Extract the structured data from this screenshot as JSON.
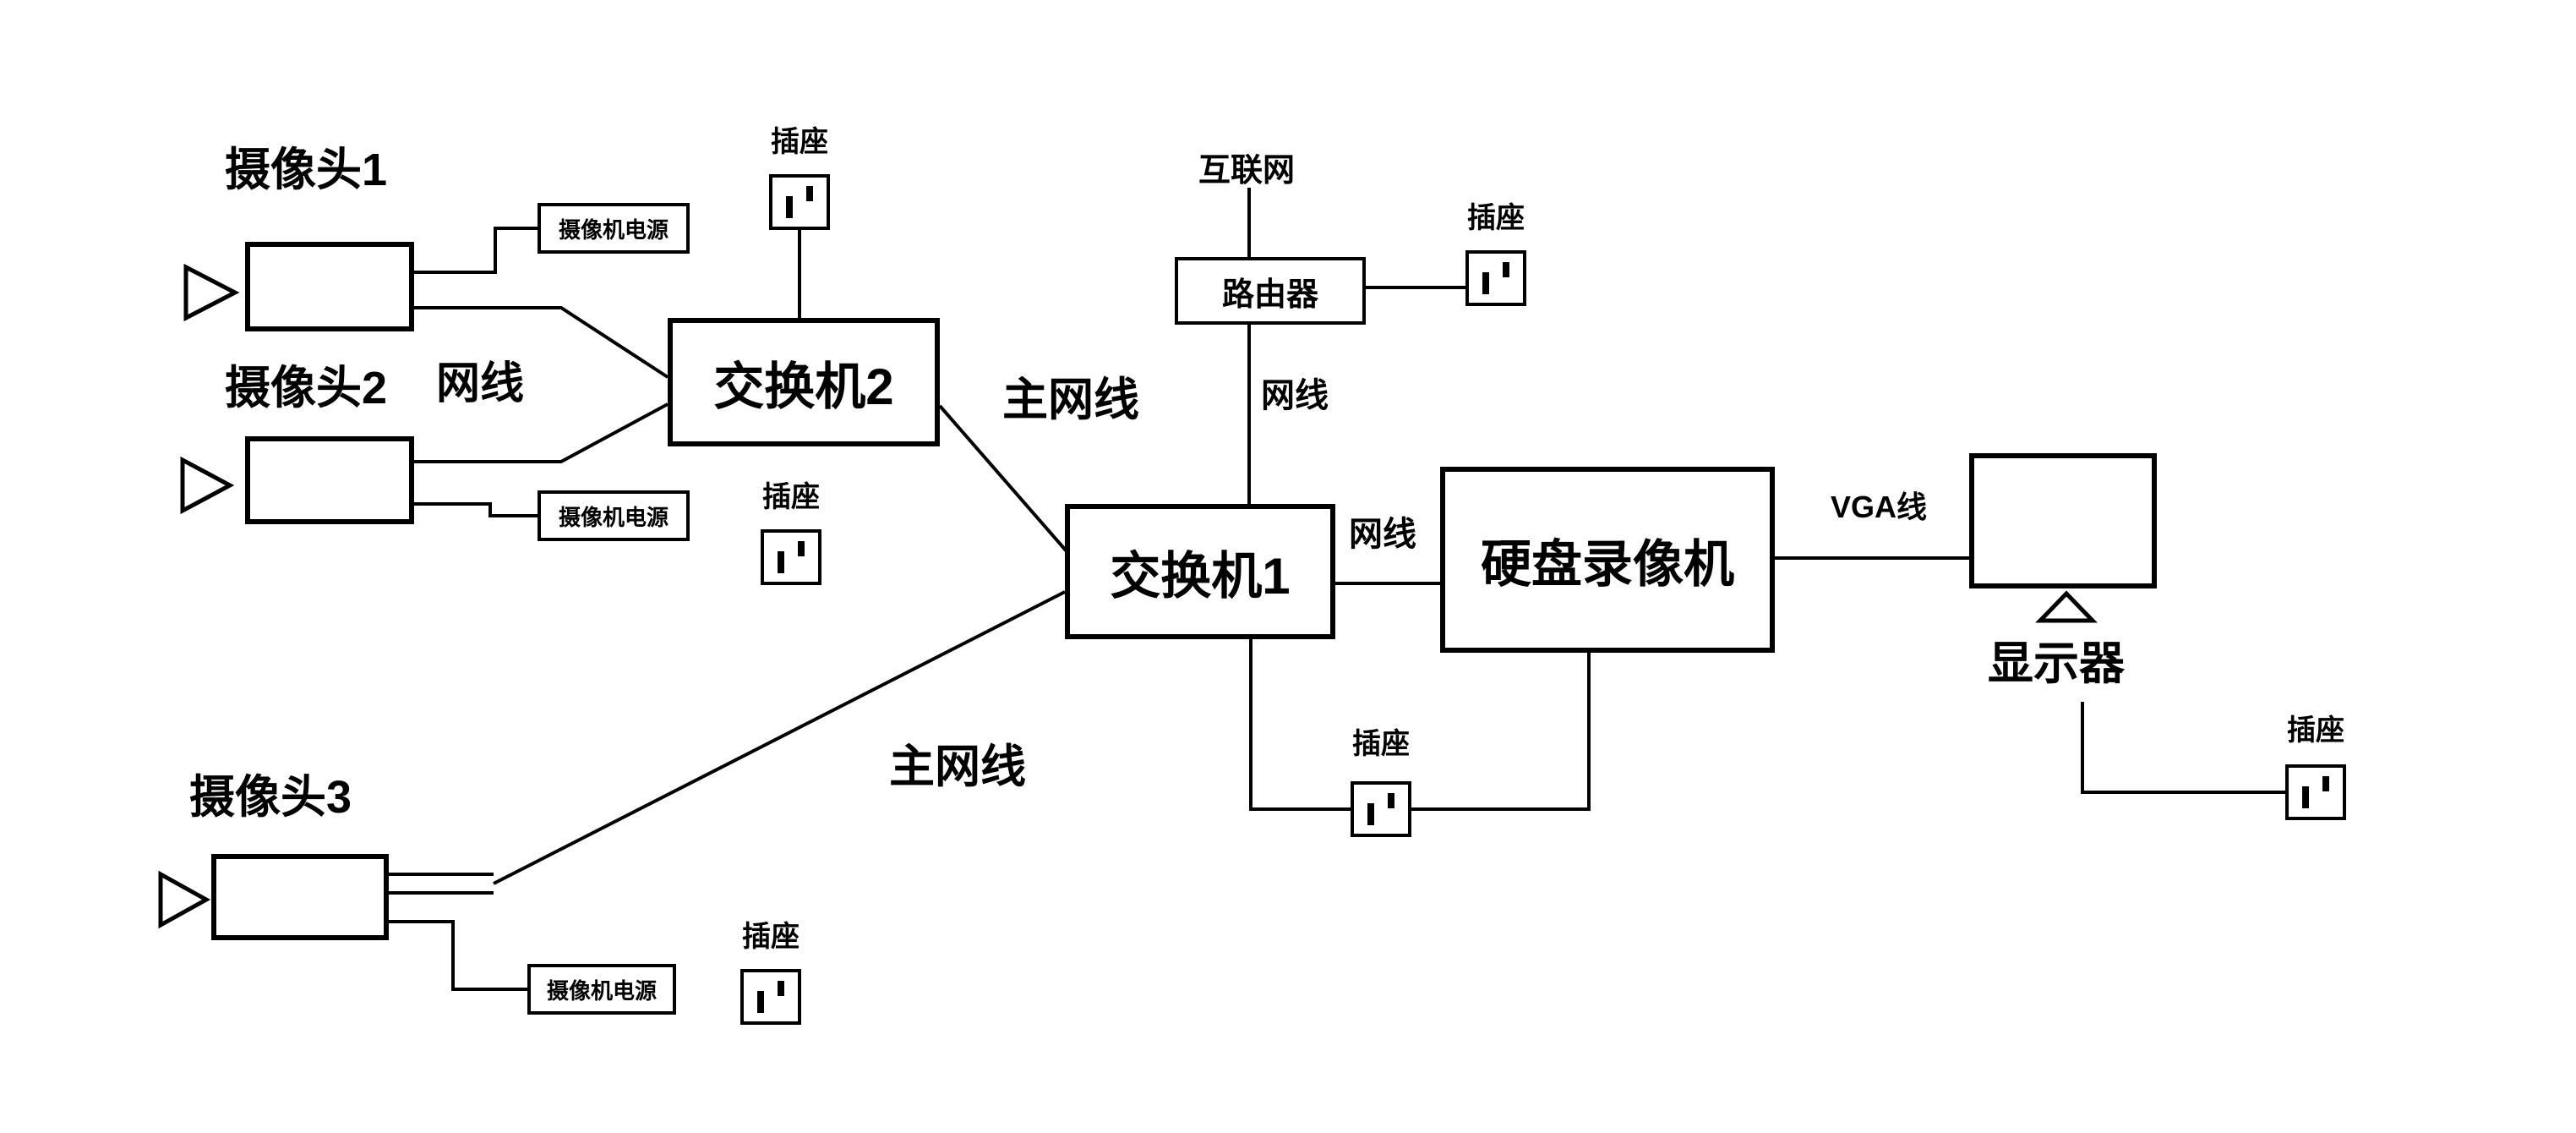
{
  "nodes": {
    "camera1": {
      "label": "摄像头1"
    },
    "camera2": {
      "label": "摄像头2"
    },
    "camera3": {
      "label": "摄像头3"
    },
    "power1": {
      "label": "摄像机电源"
    },
    "power2": {
      "label": "摄像机电源"
    },
    "power3": {
      "label": "摄像机电源"
    },
    "switch1": {
      "label": "交换机1"
    },
    "switch2": {
      "label": "交换机2"
    },
    "router": {
      "label": "路由器"
    },
    "internet": {
      "label": "互联网"
    },
    "dvr": {
      "label": "硬盘录像机"
    },
    "monitor": {
      "label": "显示器"
    },
    "socket1": {
      "label": "插座"
    },
    "socket2": {
      "label": "插座"
    },
    "socket3": {
      "label": "插座"
    },
    "socket4": {
      "label": "插座"
    },
    "socket5": {
      "label": "插座"
    },
    "socket6": {
      "label": "插座"
    }
  },
  "cables": {
    "camera_lan": "网线",
    "main1": "主网线",
    "main2": "主网线",
    "router_switch1": "网线",
    "switch1_dvr": "网线",
    "vga": "VGA线"
  },
  "colors": {
    "line": "#000000",
    "background": "#ffffff"
  }
}
